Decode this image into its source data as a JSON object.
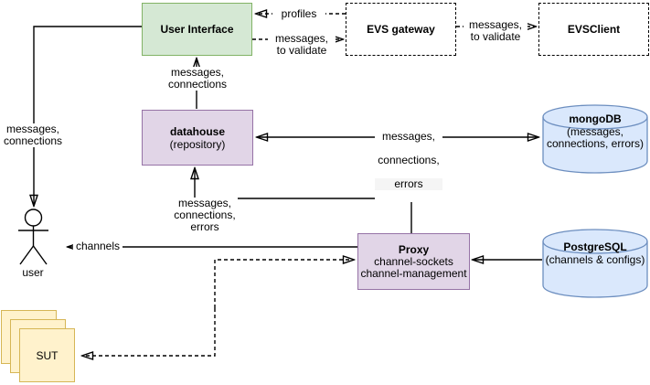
{
  "colors": {
    "green_fill": "#d5e8d4",
    "green_border": "#82b366",
    "purple_fill": "#e1d5e7",
    "purple_border": "#9673a6",
    "blue_fill": "#dae8fc",
    "blue_border": "#6c8ebf",
    "yellow_fill": "#fff2cc",
    "yellow_border": "#d6b656",
    "line": "#000000"
  },
  "nodes": {
    "user_interface": {
      "title": "User Interface"
    },
    "evs_gateway": {
      "title": "EVS gateway"
    },
    "evs_client": {
      "title": "EVSClient"
    },
    "datahouse": {
      "title": "datahouse",
      "subtitle": "(repository)"
    },
    "mongodb": {
      "title": "mongoDB",
      "subtitle": "(messages, connections, errors)"
    },
    "proxy": {
      "title": "Proxy",
      "subtitle1": "channel-sockets",
      "subtitle2": "channel-management"
    },
    "postgresql": {
      "title": "PostgreSQL",
      "subtitle": "(channels & configs)"
    },
    "sut": {
      "title": "SUT"
    },
    "user": {
      "label": "user"
    }
  },
  "edges": {
    "gateway_to_ui": {
      "label": "profiles"
    },
    "ui_to_gateway": {
      "label": "messages,\nto validate"
    },
    "gateway_to_evsclient": {
      "label": "messages,\nto validate"
    },
    "datahouse_to_ui": {
      "label": "messages,\nconnections"
    },
    "ui_to_user": {
      "label": "messages,\nconnections"
    },
    "datahouse_mongodb": {
      "line1": "messages,",
      "line2": "connections,",
      "line3": "errors"
    },
    "proxy_to_datahouse": {
      "label": "messages,\nconnections,\nerrors"
    },
    "proxy_to_user": {
      "label": "channels"
    }
  }
}
